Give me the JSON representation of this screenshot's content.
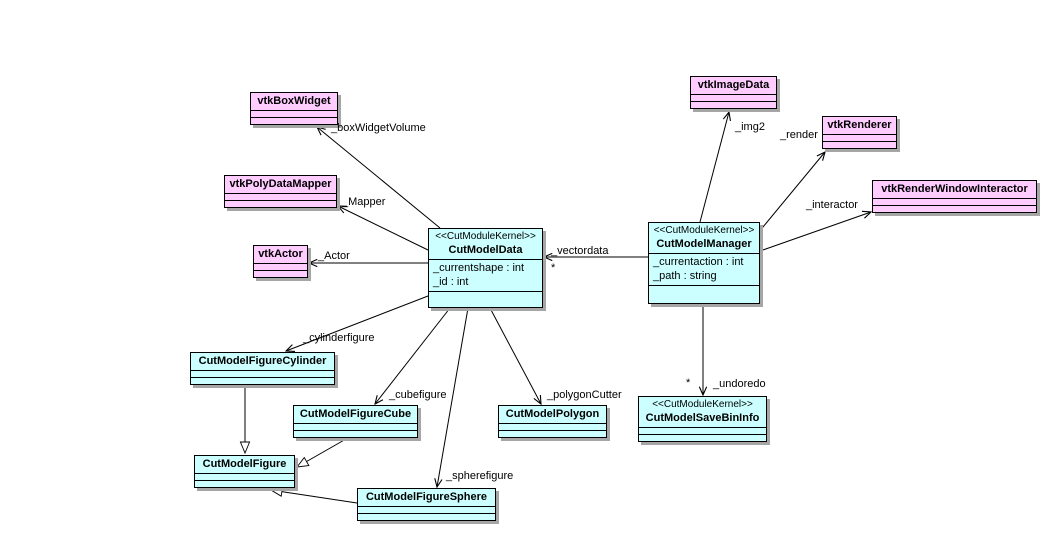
{
  "classes": {
    "vtkBoxWidget": {
      "name": "vtkBoxWidget"
    },
    "vtkPolyDataMapper": {
      "name": "vtkPolyDataMapper"
    },
    "vtkActor": {
      "name": "vtkActor"
    },
    "vtkImageData": {
      "name": "vtkImageData"
    },
    "vtkRenderer": {
      "name": "vtkRenderer"
    },
    "vtkRenderWindowInteractor": {
      "name": "vtkRenderWindowInteractor"
    },
    "CutModelData": {
      "stereotype": "<<CutModuleKernel>>",
      "name": "CutModelData",
      "attrs": [
        "_currentshape : int",
        "_id : int"
      ]
    },
    "CutModelManager": {
      "stereotype": "<<CutModuleKernel>>",
      "name": "CutModelManager",
      "attrs": [
        "_currentaction : int",
        "_path : string"
      ]
    },
    "CutModelSaveBinInfo": {
      "stereotype": "<<CutModuleKernel>>",
      "name": "CutModelSaveBinInfo"
    },
    "CutModelFigureCylinder": {
      "name": "CutModelFigureCylinder"
    },
    "CutModelFigureCube": {
      "name": "CutModelFigureCube"
    },
    "CutModelFigure": {
      "name": "CutModelFigure"
    },
    "CutModelPolygon": {
      "name": "CutModelPolygon"
    },
    "CutModelFigureSphere": {
      "name": "CutModelFigureSphere"
    }
  },
  "labels": {
    "boxWidgetVolume": "_boxWidgetVolume",
    "mapper": "_Mapper",
    "actor": "_Actor",
    "vectordata": "_vectordata",
    "vectordata_mult": "*",
    "img2": "_img2",
    "render": "_render",
    "interactor": "_interactor",
    "undoredo": "_undoredo",
    "undoredo_mult": "*",
    "cylinderfigure": "_cylinderfigure",
    "cubefigure": "_cubefigure",
    "polygonCutter": "_polygonCutter",
    "spherefigure": "_spherefigure"
  },
  "colors": {
    "vtk_class_fill": "#ffccff",
    "kernel_class_fill": "#ccffff",
    "edge": "#000000",
    "shadow": "#a6a6a6",
    "background": "#ffffff"
  }
}
